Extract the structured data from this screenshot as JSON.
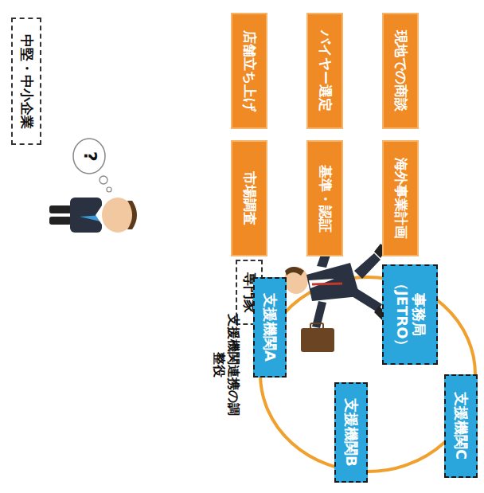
{
  "diagram": {
    "nodes": [
      {
        "text": [
          "中堅・中小企業"
        ]
      },
      {
        "text": [
          "海外事業計画"
        ]
      },
      {
        "text": [
          "基準・認証"
        ]
      },
      {
        "text": [
          "市場調査"
        ]
      },
      {
        "text": [
          "現地での商談"
        ]
      },
      {
        "text": [
          "バイヤー選定"
        ]
      },
      {
        "text": [
          "店舗立ち上げ"
        ]
      },
      {
        "text": [
          "専門家"
        ]
      },
      {
        "text": [
          "支援機関A"
        ]
      },
      {
        "text": [
          "事務局 （JETRO）"
        ]
      },
      {
        "text": [
          "支援機関B"
        ]
      },
      {
        "text": [
          "支援機関C"
        ]
      }
    ],
    "labels": [
      "?",
      "支援機関連携の調整役"
    ]
  }
}
